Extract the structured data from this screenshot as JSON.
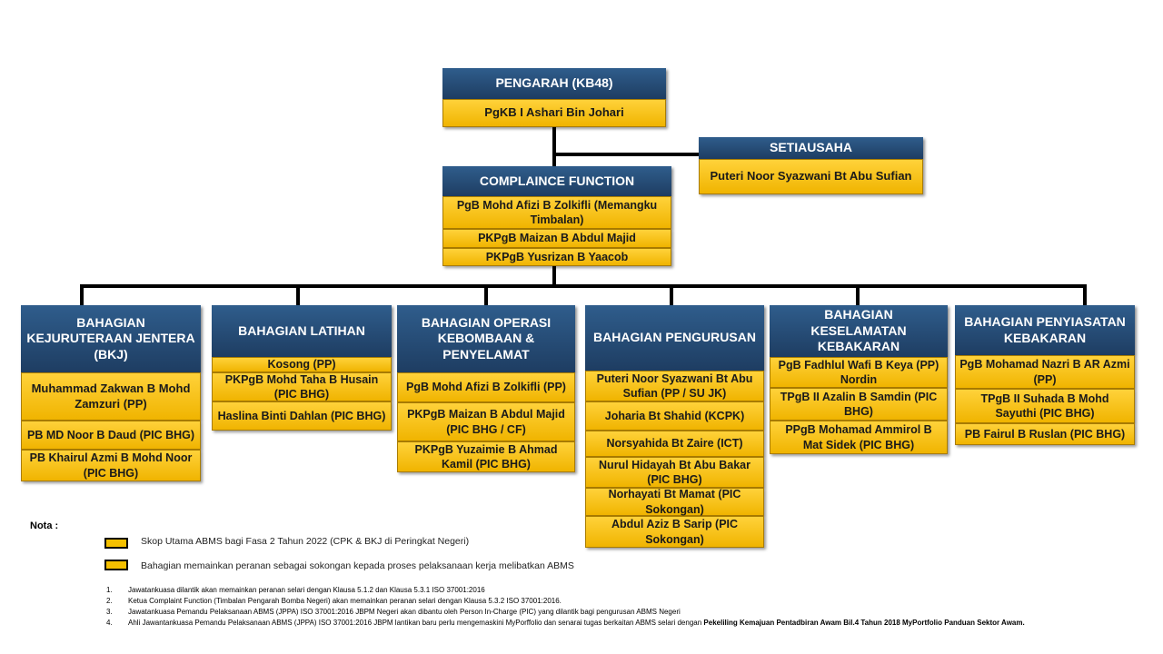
{
  "director": {
    "title": "PENGARAH  (KB48)",
    "name": "PgKB I Ashari Bin Johari"
  },
  "secretary": {
    "title": "SETIAUSAHA",
    "name": "Puteri Noor Syazwani Bt Abu Sufian"
  },
  "compliance": {
    "title": "COMPLAINCE FUNCTION",
    "members": [
      "PgB Mohd Afizi B Zolkifli (Memangku Timbalan)",
      "PKPgB Maizan B Abdul Majid",
      "PKPgB Yusrizan B Yaacob"
    ]
  },
  "divisions": [
    {
      "title": "BAHAGIAN KEJURUTERAAN JENTERA (BKJ)",
      "members": [
        "Muhammad Zakwan B Mohd Zamzuri (PP)",
        "PB MD Noor B Daud (PIC BHG)",
        "PB Khairul Azmi B Mohd Noor (PIC BHG)"
      ]
    },
    {
      "title": "BAHAGIAN LATIHAN",
      "members": [
        "Kosong (PP)",
        "PKPgB Mohd Taha B Husain (PIC BHG)",
        "Haslina Binti Dahlan (PIC BHG)"
      ]
    },
    {
      "title": "BAHAGIAN OPERASI KEBOMBAAN & PENYELAMAT",
      "members": [
        "PgB Mohd Afizi B Zolkifli (PP)",
        "PKPgB Maizan B Abdul Majid (PIC BHG / CF)",
        "PKPgB Yuzaimie B Ahmad Kamil (PIC BHG)"
      ]
    },
    {
      "title": "BAHAGIAN PENGURUSAN",
      "members": [
        "Puteri Noor Syazwani Bt Abu Sufian (PP / SU JK)",
        "Joharia Bt Shahid (KCPK)",
        "Norsyahida Bt Zaire (ICT)",
        "Nurul Hidayah Bt Abu Bakar (PIC BHG)",
        "Norhayati Bt Mamat (PIC Sokongan)",
        "Abdul Aziz B Sarip (PIC Sokongan)"
      ]
    },
    {
      "title": "BAHAGIAN KESELAMATAN KEBAKARAN",
      "members": [
        "PgB Fadhlul Wafi B Keya (PP) Nordin",
        "TPgB II Azalin B Samdin (PIC BHG)",
        "PPgB Mohamad Ammirol B Mat Sidek (PIC BHG)"
      ]
    },
    {
      "title": "BAHAGIAN PENYIASATAN KEBAKARAN",
      "members": [
        "PgB Mohamad Nazri B AR Azmi (PP)",
        "TPgB II Suhada B Mohd Sayuthi (PIC BHG)",
        "PB Fairul B Ruslan (PIC BHG)"
      ]
    }
  ],
  "legend": {
    "title": "Nota :",
    "items": [
      "Skop Utama ABMS  bagi Fasa 2 Tahun 2022 (CPK & BKJ di Peringkat Negeri)",
      "Bahagian memainkan peranan sebagai sokongan kepada proses pelaksanaan kerja melibatkan ABMS"
    ]
  },
  "notes": [
    {
      "num": "1.",
      "text": "Jawatankuasa dilantik akan memainkan peranan selari dengan Klausa 5.1.2 dan Klausa 5.3.1 ISO 37001:2016"
    },
    {
      "num": "2.",
      "text": "Ketua Complaint Function (Timbalan Pengarah Bomba Negeri) akan memainkan peranan selari dengan Klausa 5.3.2 ISO 37001:2016."
    },
    {
      "num": "3.",
      "text": "Jawatankuasa Pemandu Pelaksanaan ABMS (JPPA) ISO 37001:2016 JBPM Negeri akan dibantu oleh Person In-Charge (PIC) yang dilantik bagi pengurusan ABMS Negeri"
    },
    {
      "num": "4.",
      "text": "Ahli Jawantankuasa Pemandu Pelaksanaan ABMS (JPPA) ISO 37001:2016 JBPM lantikan baru perlu mengemaskini MyPorffolio dan senarai tugas berkaitan ABMS selari dengan",
      "bold": "Pekeliling Kemajuan Pentadbiran Awam Bil.4 Tahun 2018 MyPortfolio Panduan Sektor Awam."
    }
  ],
  "colors": {
    "header_blue": "#2f5d8c",
    "cell_yellow": "#f5c000"
  }
}
